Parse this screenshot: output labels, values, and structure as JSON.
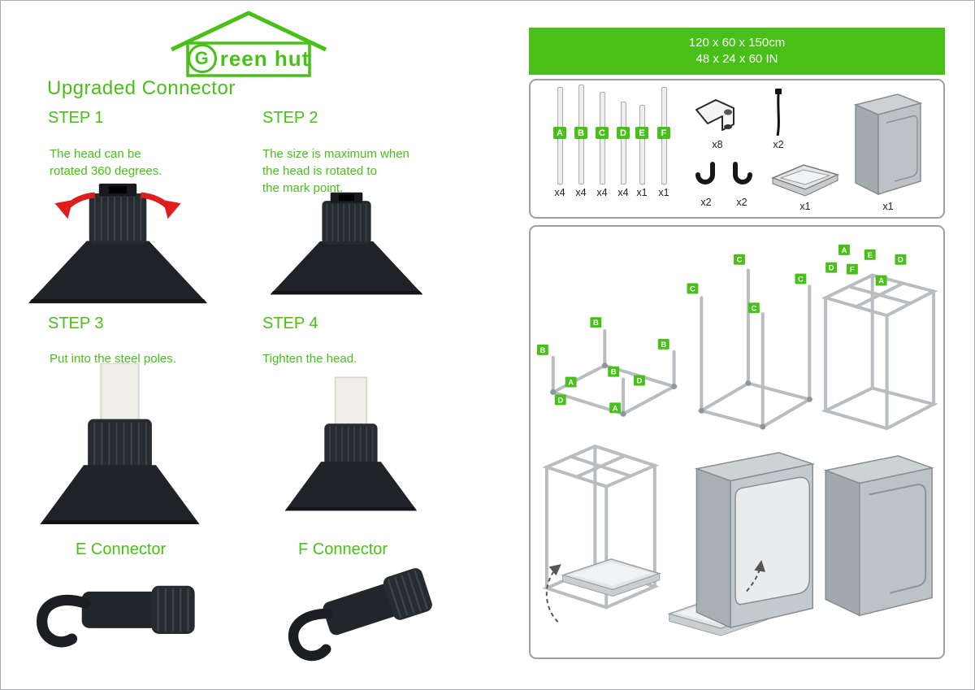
{
  "colors": {
    "accent_green": "#48c018",
    "arrow_red": "#e01d1d"
  },
  "logo": {
    "g": "G",
    "rest": "reen hut"
  },
  "title": "Upgraded Connector",
  "steps": [
    {
      "title": "STEP 1",
      "text": "The head can be\nrotated 360 degrees."
    },
    {
      "title": "STEP 2",
      "text": "The size is maximum when\nthe head is rotated to\nthe mark point."
    },
    {
      "title": "STEP 3",
      "text": "Put into the steel poles."
    },
    {
      "title": "STEP 4",
      "text": "Tighten the head."
    }
  ],
  "connectors": [
    {
      "label": "E Connector"
    },
    {
      "label": "F Connector"
    }
  ],
  "banner": {
    "line1": "120 x 60 x 150cm",
    "line2": "48 x 24 x 60 IN"
  },
  "parts": {
    "poles": [
      {
        "label": "A",
        "qty": "x4"
      },
      {
        "label": "B",
        "qty": "x4"
      },
      {
        "label": "C",
        "qty": "x4"
      },
      {
        "label": "D",
        "qty": "x4"
      },
      {
        "label": "E",
        "qty": "x1"
      },
      {
        "label": "F",
        "qty": "x1"
      }
    ],
    "corner_connector_qty": "x8",
    "cable_tie_qty": "x2",
    "hook_left_qty": "x2",
    "hook_right_qty": "x2",
    "tray_qty": "x1",
    "tent_qty": "x1"
  },
  "assembly": {
    "stage1_labels": [
      "B",
      "B",
      "B",
      "B",
      "A",
      "D",
      "A",
      "D"
    ],
    "stage2_labels": [
      "C",
      "C",
      "C",
      "C"
    ],
    "stage3_labels": [
      "A",
      "E",
      "D",
      "F",
      "D",
      "A"
    ]
  }
}
